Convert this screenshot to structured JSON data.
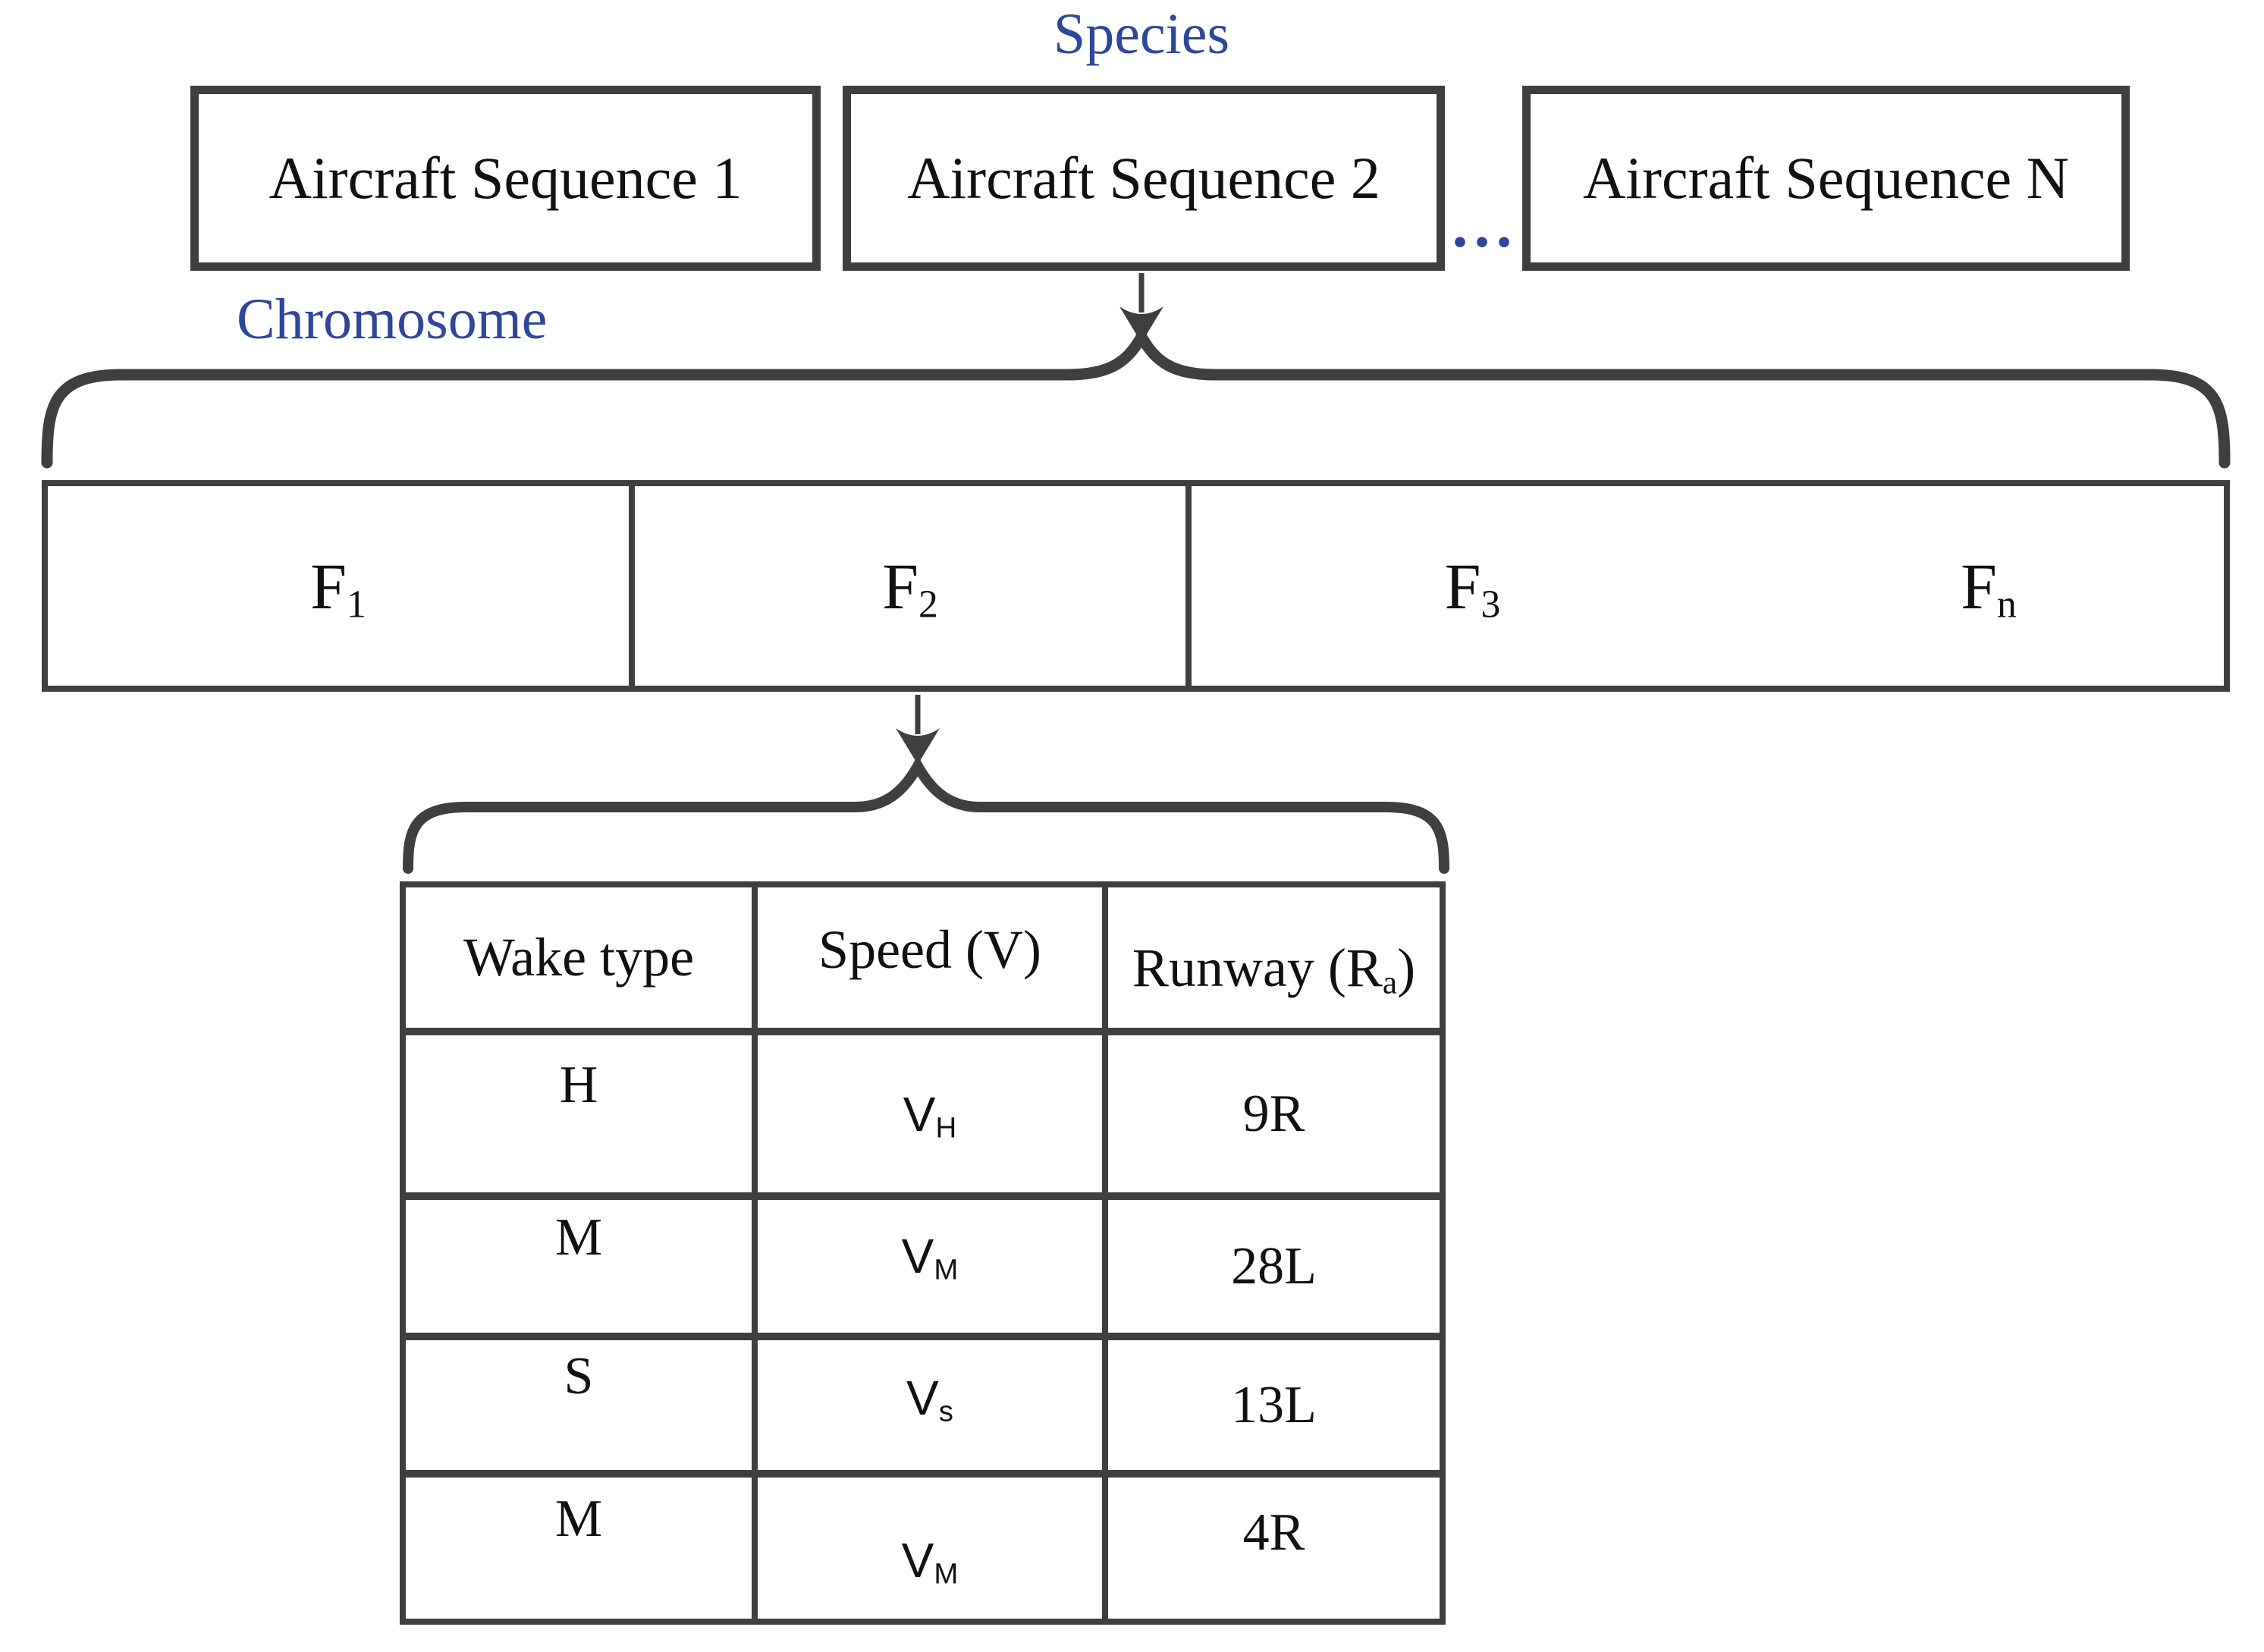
{
  "colors": {
    "line": "#3f3f3f",
    "blue": "#2e479b",
    "text": "#111111"
  },
  "labels": {
    "species": "Species",
    "chromosome": "Chromosome",
    "ellipsis": "..."
  },
  "species_row": {
    "boxes": [
      {
        "label": "Aircraft Sequence 1"
      },
      {
        "label": "Aircraft Sequence 2"
      },
      {
        "label": "Aircraft Sequence N"
      }
    ]
  },
  "strip": {
    "segments": [
      {
        "main": "F",
        "sub": "1"
      },
      {
        "main": "F",
        "sub": "2"
      },
      {
        "main": "F",
        "sub": "3"
      },
      {
        "main": "F",
        "sub": "n"
      }
    ]
  },
  "table": {
    "headers": [
      {
        "text": "Wake type"
      },
      {
        "text": "Speed (V)"
      },
      {
        "pre": "Runway (R",
        "sub": "a",
        "post": ")"
      }
    ],
    "rows": [
      {
        "wake": "H",
        "speed": {
          "main": "V",
          "sub": "H"
        },
        "runway": "9R"
      },
      {
        "wake": "M",
        "speed": {
          "main": "V",
          "sub": "M"
        },
        "runway": "28L"
      },
      {
        "wake": "S",
        "speed": {
          "main": "V",
          "sub": "s"
        },
        "runway": "13L"
      },
      {
        "wake": "M",
        "speed": {
          "main": "V",
          "sub": "M"
        },
        "runway": "4R"
      }
    ]
  }
}
